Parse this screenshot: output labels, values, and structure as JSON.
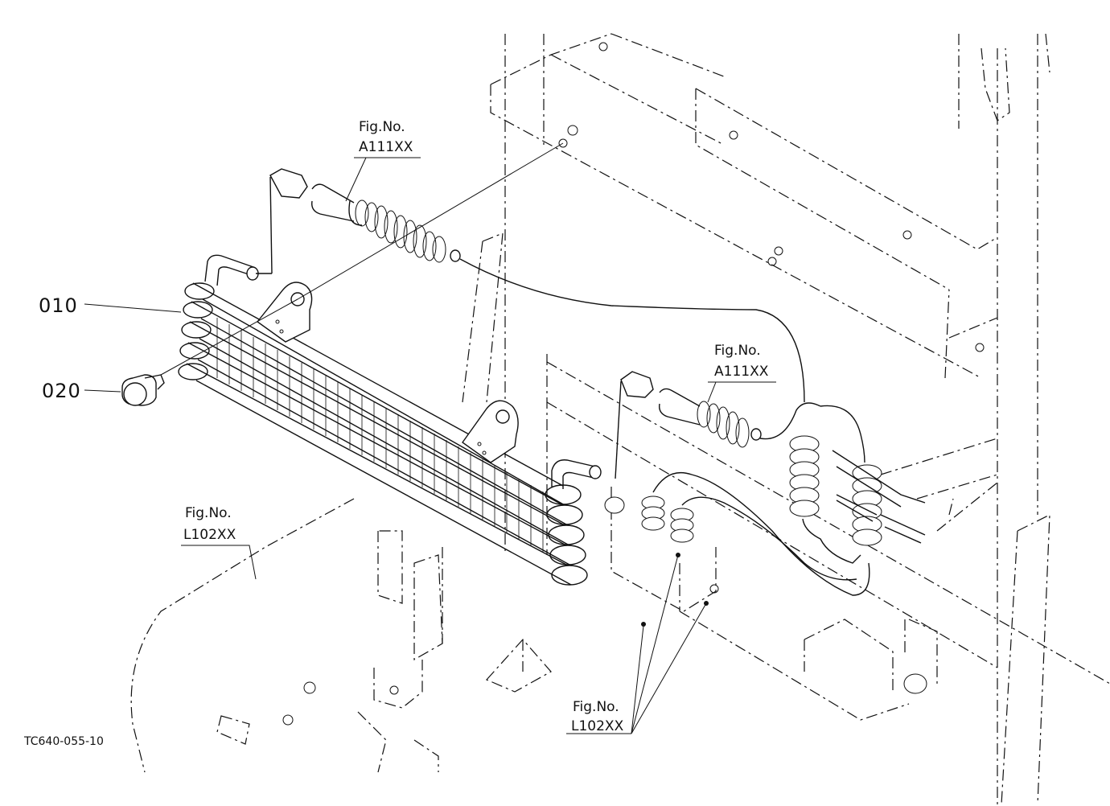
{
  "labels": {
    "part_010": "010",
    "part_020": "020",
    "fig_caption": "Fig.No.",
    "ref_a111_top": "A111XX",
    "ref_a111_mid": "A111XX",
    "ref_l102_left": "L102XX",
    "ref_l102_bottom": "L102XX",
    "drawing_code": "TC640-055-10"
  },
  "colors": {
    "line": "#111111",
    "background": "#ffffff"
  }
}
